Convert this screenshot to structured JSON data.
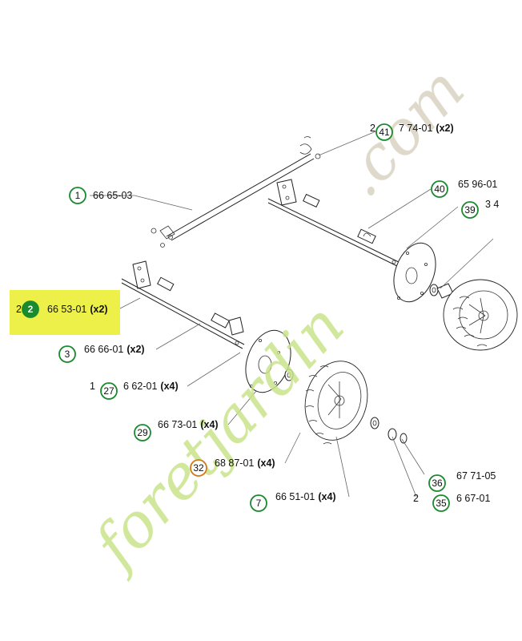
{
  "diagram": {
    "highlight_color": "#eef04a",
    "callout_color": "#1a8a2e",
    "callouts": [
      {
        "id": "c1",
        "number": "1",
        "part": "66 65-03",
        "qty": ""
      },
      {
        "id": "c2",
        "number": "2",
        "part": "66 53-01",
        "qty": "(x2)",
        "highlighted": true
      },
      {
        "id": "c3",
        "number": "3",
        "part": "66 66-01",
        "qty": "(x2)"
      },
      {
        "id": "c27",
        "number": "27",
        "part": "6 62-01",
        "qty": "(x4)"
      },
      {
        "id": "c29",
        "number": "29",
        "part": "66 73-01",
        "qty": "(x4)"
      },
      {
        "id": "c32",
        "number": "32",
        "part": "68 87-01",
        "qty": "(x4)"
      },
      {
        "id": "c7",
        "number": "7",
        "part": "66 51-01",
        "qty": "(x4)"
      },
      {
        "id": "c41",
        "number": "41",
        "part": "7 74-01",
        "qty": "(x2)"
      },
      {
        "id": "c40",
        "number": "40",
        "part": "65 96-01",
        "qty": ""
      },
      {
        "id": "c39",
        "number": "39",
        "part": "3 4",
        "qty": ""
      },
      {
        "id": "c36",
        "number": "36",
        "part": "67 71-05",
        "qty": ""
      },
      {
        "id": "c35",
        "number": "35",
        "part": "6 67-01",
        "qty": ""
      }
    ],
    "prefix_fragments": [
      "1",
      "2",
      "2",
      "2"
    ]
  },
  "watermark": {
    "text_main": "foretjardin",
    "text_suffix": ".com",
    "color_main": "#c9e38a",
    "color_suffix": "#d9d2c2"
  }
}
